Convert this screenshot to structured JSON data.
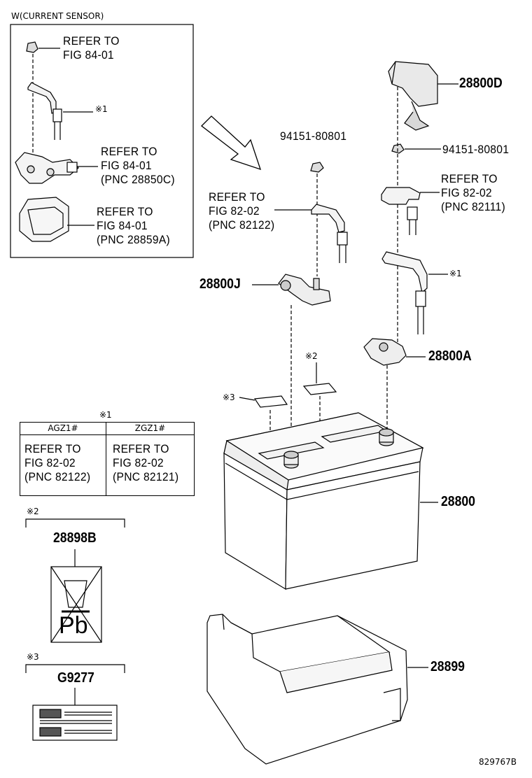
{
  "inset": {
    "title": "W(CURRENT SENSOR)",
    "nut_ref": [
      "REFER TO",
      "FIG 84-01"
    ],
    "note1_mark": "※1",
    "sensor_ref": [
      "REFER TO",
      "FIG 84-01",
      "(PNC 28850C)"
    ],
    "bracket_ref": [
      "REFER TO",
      "FIG 84-01",
      "(PNC 28859A)"
    ]
  },
  "parts": {
    "cover": "28800D",
    "nut_left": "94151-80801",
    "nut_right": "94151-80801",
    "cable_right_ref": [
      "REFER TO",
      "FIG 82-02",
      "(PNC 82111)"
    ],
    "cable_left_ref": [
      "REFER TO",
      "FIG 82-02",
      "(PNC 82122)"
    ],
    "clamp_negative": "28800J",
    "clamp_positive_mark": "※1",
    "clamp_positive": "28800A",
    "mark2": "※2",
    "mark3": "※3",
    "battery": "28800",
    "tray": "28899"
  },
  "table": {
    "mark": "※1",
    "col1_header": "AGZ1#",
    "col2_header": "ZGZ1#",
    "col1_text": [
      "REFER TO",
      "FIG 82-02",
      "(PNC 82122)"
    ],
    "col2_text": [
      "REFER TO",
      "FIG 82-02",
      "(PNC 82121)"
    ]
  },
  "label2": {
    "mark": "※2",
    "part": "28898B",
    "symbol_text": "Pb"
  },
  "label3": {
    "mark": "※3",
    "part": "G9277"
  },
  "drawing_number": "829767B"
}
